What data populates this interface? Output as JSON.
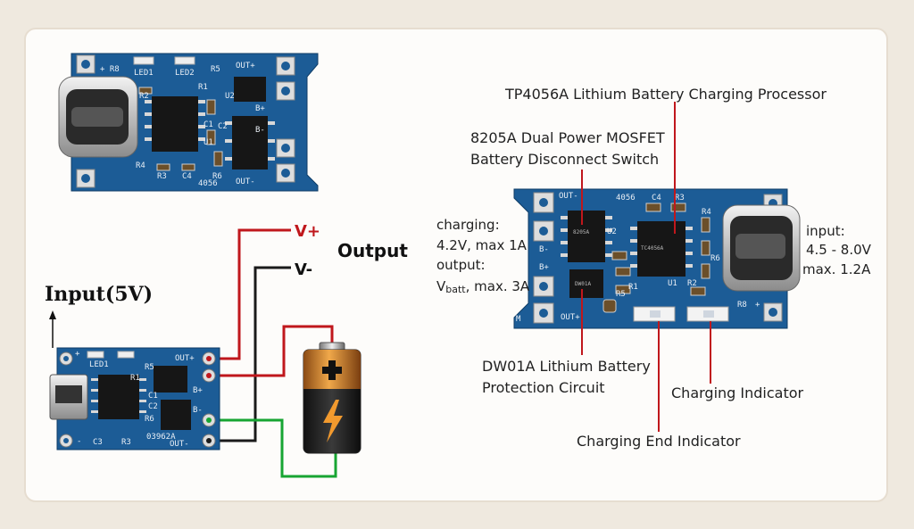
{
  "colors": {
    "background": "#efe9df",
    "panel": "#fdfcfa",
    "pcb": "#1c5c96",
    "pcb_dark": "#174b7c",
    "wire_red": "#c0171c",
    "wire_black": "#1a1a1a",
    "wire_green": "#17a532",
    "label_line": "#c0171c"
  },
  "wiring": {
    "input_label": "Input(5V)",
    "output_label": "Output",
    "vplus": "V+",
    "vminus": "V-",
    "board": {
      "pins_left": [
        "+",
        "-"
      ],
      "pins_right": [
        "OUT+",
        "B+",
        "B-",
        "OUT-"
      ],
      "marks": [
        "LED1",
        "R1",
        "C3",
        "R3",
        "R5",
        "R6",
        "C1",
        "C2",
        "03962A"
      ]
    }
  },
  "top_board": {
    "pins": [
      "OUT+",
      "B+",
      "B-",
      "OUT-"
    ],
    "marks": [
      "+ R8",
      "LED1",
      "LED2",
      "R5",
      "R2",
      "R1",
      "C1",
      "C2",
      "R3",
      "C4",
      "R4",
      "R6",
      "U1",
      "U2",
      "4056"
    ]
  },
  "right_board": {
    "pins": [
      "OUT-",
      "B-",
      "B+",
      "OUT+"
    ],
    "marks": [
      "4056",
      "C4",
      "R3",
      "R4",
      "R6",
      "R5",
      "R2",
      "R1",
      "U1",
      "U2",
      "R8",
      "+",
      "M"
    ],
    "chips": [
      "8205A",
      "TC4056A",
      "DW01A"
    ]
  },
  "annotations": {
    "tp4056": "TP4056A Lithium Battery Charging Processor",
    "mosfet_line1": "8205A Dual Power MOSFET",
    "mosfet_line2": "Battery Disconnect Switch",
    "charging_title": "charging:",
    "charging_value": "4.2V, max 1A",
    "output_title": "output:",
    "output_value_v": "V",
    "output_value_sub": "batt",
    "output_value_rest": ", max. 3A",
    "input_title": "input:",
    "input_value1": "4.5 - 8.0V",
    "input_value2": "max. 1.2A",
    "dw01_line1": "DW01A Lithium Battery",
    "dw01_line2": "Protection Circuit",
    "charging_indicator": "Charging Indicator",
    "charging_end_indicator": "Charging End Indicator"
  }
}
